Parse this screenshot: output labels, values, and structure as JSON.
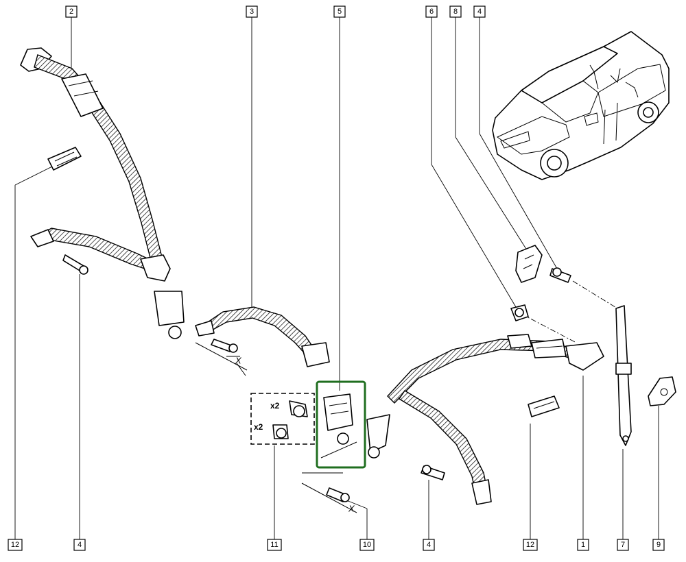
{
  "callouts": [
    {
      "id": "c2",
      "label": "2"
    },
    {
      "id": "c3",
      "label": "3"
    },
    {
      "id": "c5",
      "label": "5"
    },
    {
      "id": "c6",
      "label": "6"
    },
    {
      "id": "c8",
      "label": "8"
    },
    {
      "id": "c4top",
      "label": "4"
    },
    {
      "id": "c12left",
      "label": "12"
    },
    {
      "id": "c4left",
      "label": "4"
    },
    {
      "id": "c11",
      "label": "11"
    },
    {
      "id": "c10",
      "label": "10"
    },
    {
      "id": "c4mid",
      "label": "4"
    },
    {
      "id": "c12right",
      "label": "12"
    },
    {
      "id": "c1",
      "label": "1"
    },
    {
      "id": "c7",
      "label": "7"
    },
    {
      "id": "c9",
      "label": "9"
    }
  ],
  "quantities": {
    "upper": "x2",
    "lower": "x2"
  },
  "dimension_marks": {
    "left": "X",
    "lower": "X"
  },
  "colors": {
    "line": "#000000",
    "background": "#ffffff",
    "highlight": "#1f6e1f"
  }
}
